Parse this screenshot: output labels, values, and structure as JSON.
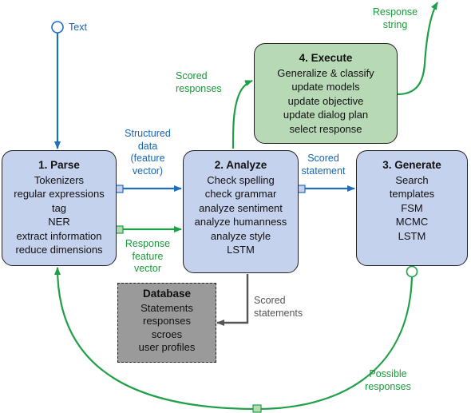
{
  "colors": {
    "blue_arrow": "#1f6fc0",
    "green_arrow": "#1fa046",
    "gray_arrow": "#555555",
    "blue_box": "#c5d2ee",
    "green_box": "#b8d9b6",
    "gray_box": "#9a9a9a"
  },
  "input": {
    "label": "Text"
  },
  "boxes": {
    "parse": {
      "title": "1. Parse",
      "lines": [
        "Tokenizers",
        "regular expressions",
        "tag",
        "NER",
        "extract information",
        "reduce dimensions"
      ]
    },
    "analyze": {
      "title": "2. Analyze",
      "lines": [
        "Check spelling",
        "check grammar",
        "analyze sentiment",
        "analyze humanness",
        "analyze style",
        "LSTM"
      ]
    },
    "generate": {
      "title": "3. Generate",
      "lines": [
        "Search",
        "templates",
        "FSM",
        "MCMC",
        "LSTM"
      ]
    },
    "execute": {
      "title": "4. Execute",
      "lines": [
        "Generalize & classify",
        "update models",
        "update objective",
        "update dialog plan",
        "select response"
      ]
    },
    "database": {
      "title": "Database",
      "lines": [
        "Statements",
        "responses",
        "scroes",
        "user profiles"
      ]
    }
  },
  "labels": {
    "structured_data": [
      "Structured",
      "data",
      "(feature",
      "vector)"
    ],
    "response_feature_vector": [
      "Response",
      "feature",
      "vector"
    ],
    "scored_responses": [
      "Scored",
      "responses"
    ],
    "scored_statement": [
      "Scored",
      "statement"
    ],
    "response_string": [
      "Response",
      "string"
    ],
    "scored_statements": [
      "Scored",
      "statements"
    ],
    "possible_responses": [
      "Possible",
      "responses"
    ]
  }
}
